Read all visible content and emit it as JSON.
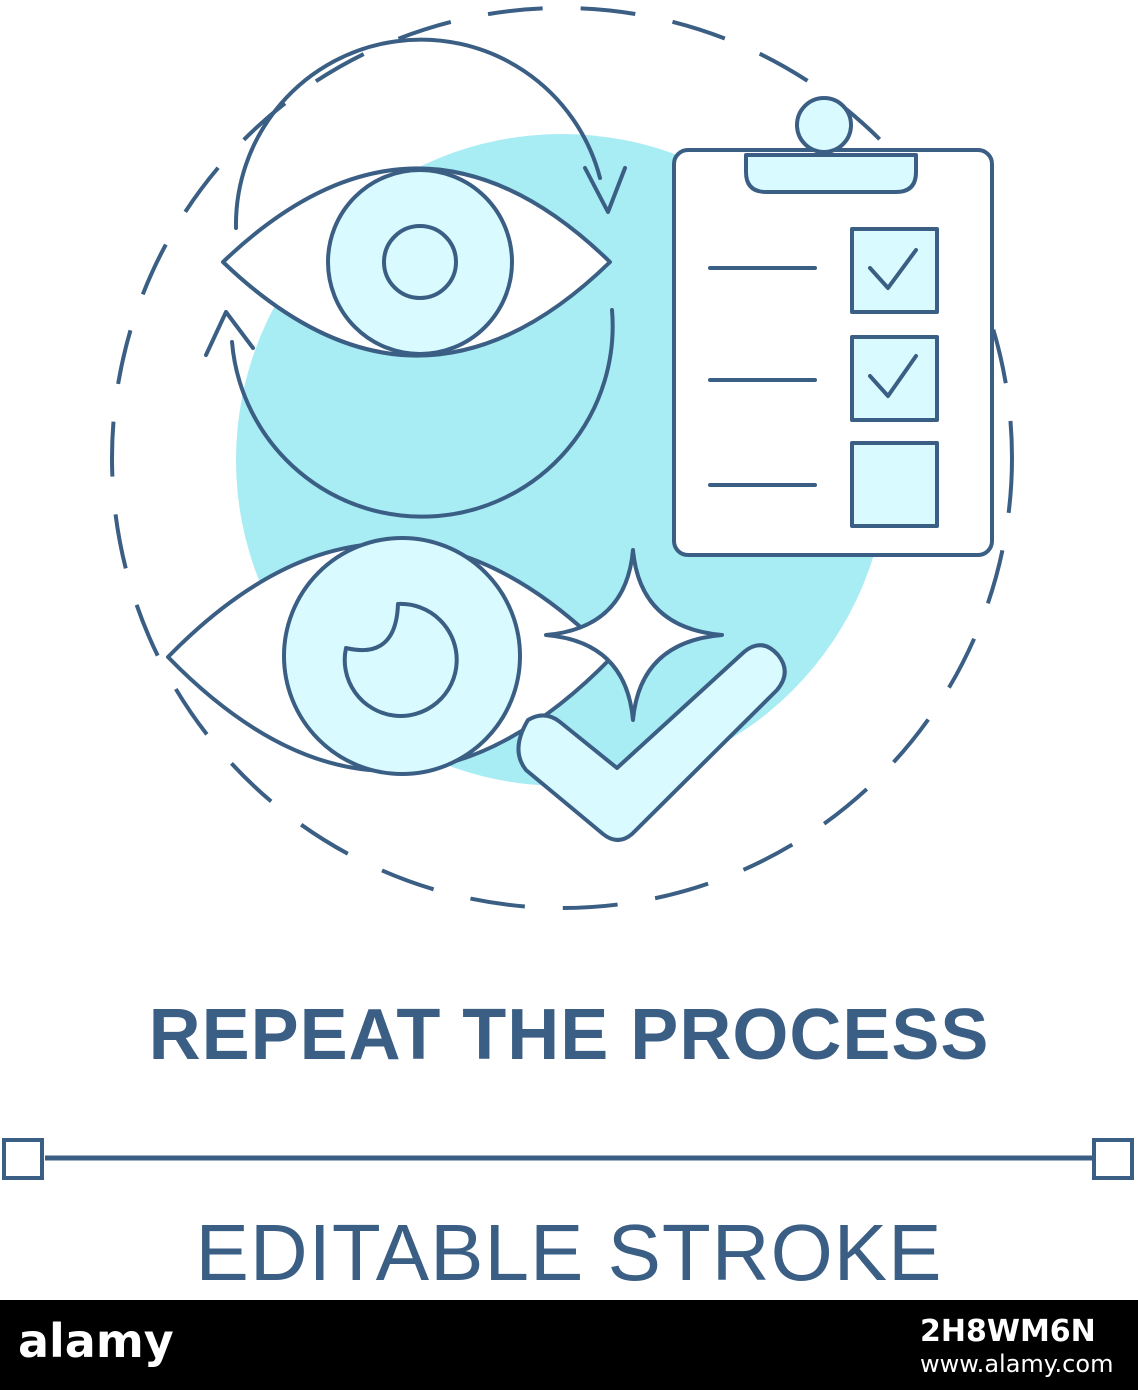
{
  "colors": {
    "stroke": "#3b5f84",
    "fill_light": "#d9fbff",
    "fill_accent": "#a8ecf4",
    "footer_bg": "#000000"
  },
  "texts": {
    "title": "REPEAT THE PROCESS",
    "subtitle": "EDITABLE STROKE"
  },
  "footer": {
    "logo": "alamy",
    "image_id": "2H8WM6N",
    "url": "www.alamy.com"
  },
  "icons": [
    "eye-icon",
    "cycle-arrows-icon",
    "clipboard-checklist-icon",
    "sparkle-icon",
    "checkmark-icon"
  ]
}
